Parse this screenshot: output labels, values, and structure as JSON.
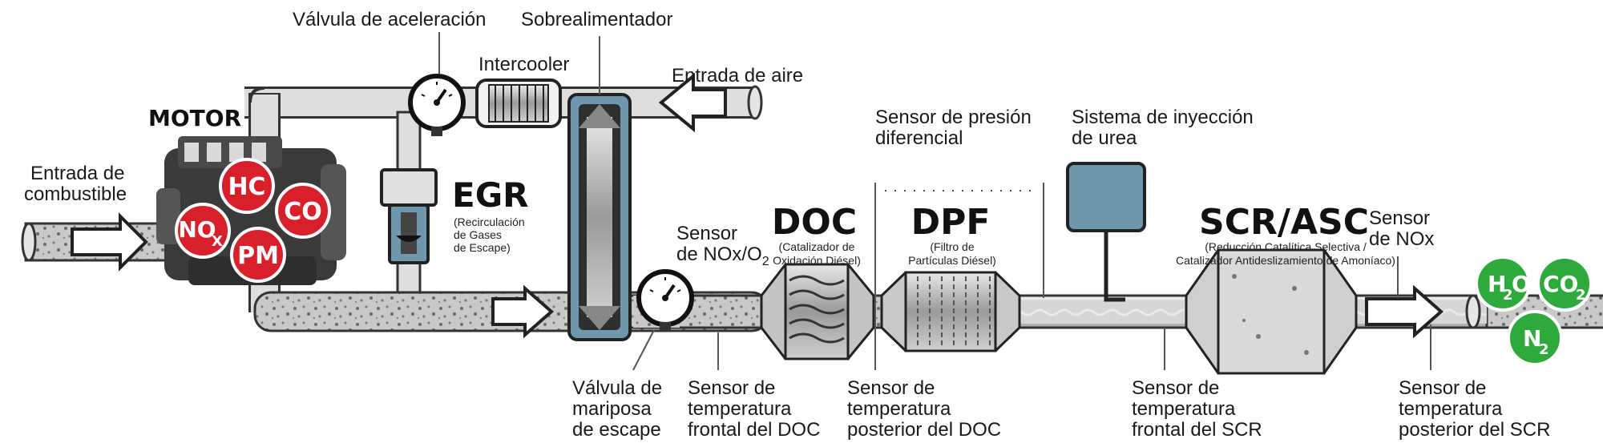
{
  "labels": {
    "throttle_valve": "Válvula de aceleración",
    "supercharger": "Sobrealimentador",
    "intercooler": "Intercooler",
    "air_intake": "Entrada de aire",
    "engine": "MOTOR",
    "fuel_intake_1": "Entrada de",
    "fuel_intake_2": "combustible",
    "egr_title": "EGR",
    "egr_sub_1": "(Recirculación",
    "egr_sub_2": "de Gases",
    "egr_sub_3": "de Escape)",
    "nox_o2_sensor_1": "Sensor",
    "nox_o2_sensor_2": "de NOx/O",
    "nox_o2_sensor_sub": "2",
    "doc_title": "DOC",
    "doc_sub_1": "(Catalizador de",
    "doc_sub_2": "Oxidación Diésel)",
    "dp_sensor_1": "Sensor de presión",
    "dp_sensor_2": "diferencial",
    "dpf_title": "DPF",
    "dpf_sub_1": "(Filtro de",
    "dpf_sub_2": "Partículas Diésel)",
    "urea_1": "Sistema de inyección",
    "urea_2": "de urea",
    "scr_title": "SCR/ASC",
    "scr_sub_1": "(Reducción Catalítica Selectiva /",
    "scr_sub_2": "Catalizador Antideslizamiento de Amoníaco)",
    "nox_sensor_1": "Sensor",
    "nox_sensor_2": "de NOx",
    "butterfly_1": "Válvula de",
    "butterfly_2": "mariposa",
    "butterfly_3": "de escape",
    "doc_front_temp_1": "Sensor de",
    "doc_front_temp_2": "temperatura",
    "doc_front_temp_3": "frontal del DOC",
    "doc_rear_temp_1": "Sensor de",
    "doc_rear_temp_2": "temperatura",
    "doc_rear_temp_3": "posterior del DOC",
    "scr_front_temp_1": "Sensor de",
    "scr_front_temp_2": "temperatura",
    "scr_front_temp_3": "frontal del SCR",
    "scr_rear_temp_1": "Sensor de",
    "scr_rear_temp_2": "temperatura",
    "scr_rear_temp_3": "posterior del SCR"
  },
  "pollutants": {
    "hc": "HC",
    "co": "CO",
    "no": "NO",
    "no_sub": "X",
    "pm": "PM"
  },
  "clean_gases": {
    "h2o_main": "H",
    "h2o_sub": "2",
    "h2o_end": "O",
    "co2_main": "CO",
    "co2_sub": "2",
    "n2_main": "N",
    "n2_sub": "2"
  },
  "colors": {
    "pollutant_red": "#d9202a",
    "clean_green": "#2eaa3c",
    "component_blue": "#6f97ad",
    "pipe_gray": "#d3d3d3"
  }
}
